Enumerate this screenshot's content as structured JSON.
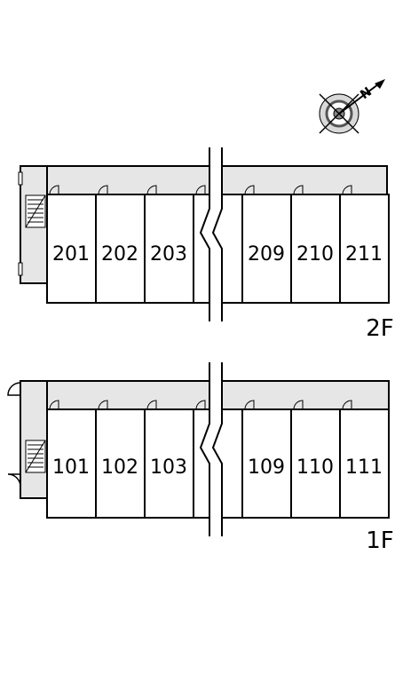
{
  "floors": [
    {
      "label": "2F",
      "rooms_left": [
        "201",
        "202",
        "203"
      ],
      "rooms_right": [
        "209",
        "210",
        "211"
      ]
    },
    {
      "label": "1F",
      "rooms_left": [
        "101",
        "102",
        "103"
      ],
      "rooms_right": [
        "109",
        "110",
        "111"
      ]
    }
  ],
  "compass": {
    "north_label": "N",
    "icon": "compass-rose-icon"
  },
  "colors": {
    "line": "#000000",
    "corridor": "#e6e6e6",
    "room": "#ffffff"
  }
}
